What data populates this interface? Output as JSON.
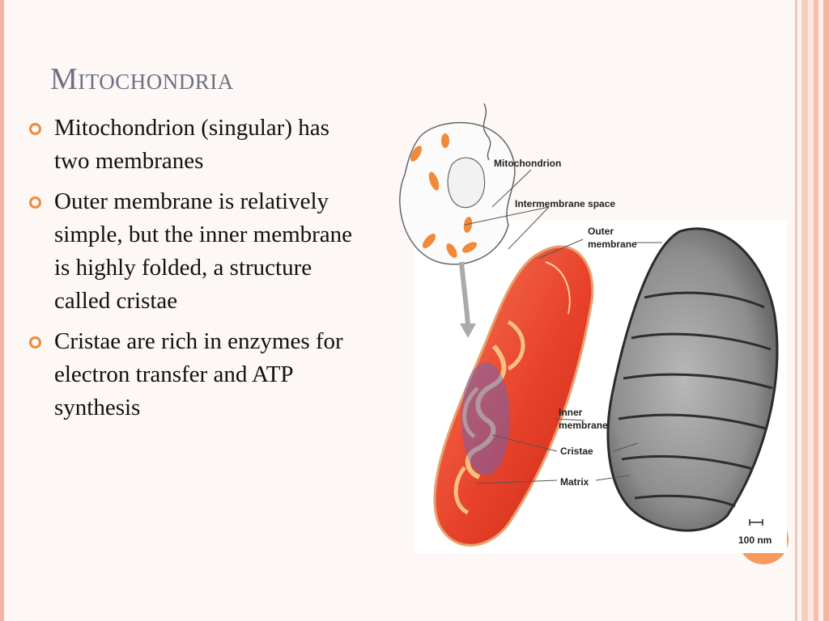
{
  "slide": {
    "title": "Mitochondria",
    "bullets": [
      "Mitochondrion (singular) has two membranes",
      "Outer membrane is relatively simple, but the inner membrane is highly folded, a structure called cristae",
      "Cristae are rich in enzymes for electron transfer and ATP synthesis"
    ]
  },
  "figure": {
    "labels": {
      "mitochondrion": "Mitochondrion",
      "intermembrane_space": "Intermembrane space",
      "outer_line1": "Outer",
      "outer_line2": "membrane",
      "inner_line1": "Inner",
      "inner_line2": "membrane",
      "cristae": "Cristae",
      "matrix": "Matrix",
      "scale": "100 nm"
    },
    "icons": [
      "cell-drawing-icon",
      "mitochondrion-diagram-icon",
      "micrograph-icon"
    ]
  },
  "theme": {
    "title_color": "#6d7280",
    "bullet_color": "#f08a3a",
    "accent_orange": "#f79a5c",
    "stripe_color": "#f2b4a3"
  }
}
